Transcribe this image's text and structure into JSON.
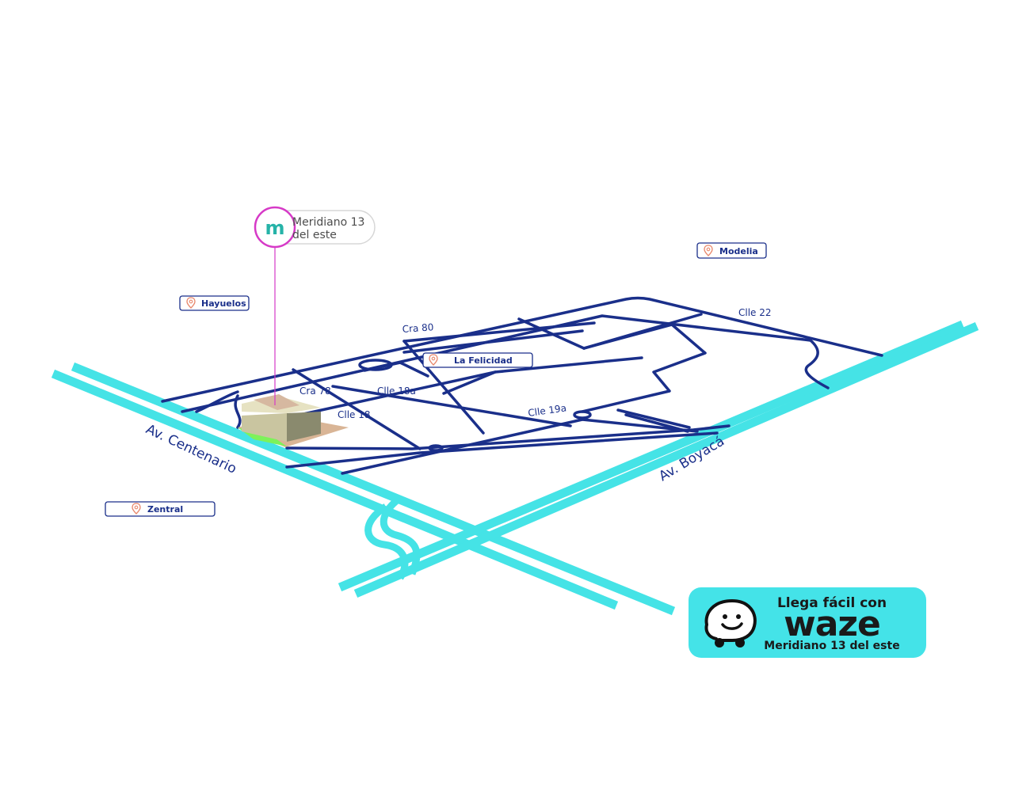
{
  "colors": {
    "street": "#1a2f8a",
    "avenue": "#45e3e6",
    "poi_pin": "#e8866a",
    "callout_ring": "#d63ac7",
    "waze_bg": "#44e3e8",
    "building_base": "#c9c5a0",
    "park": "#7df25a",
    "plaza": "#d9b596"
  },
  "avenues": [
    {
      "name": "Av. Centenario"
    },
    {
      "name": "Av. Boyacá"
    }
  ],
  "streets": {
    "cra80": "Cra 80",
    "cra78": "Cra 78",
    "clle18a": "Clle 18a",
    "clle18": "Clle 18",
    "clle19a": "Clle 19a",
    "clle22": "Clle 22"
  },
  "places": [
    {
      "name": "Modelia",
      "icon": "location-pin-icon"
    },
    {
      "name": "Hayuelos",
      "icon": "location-pin-icon"
    },
    {
      "name": "La Felicidad",
      "icon": "location-pin-icon"
    },
    {
      "name": "Zentral",
      "icon": "location-pin-icon"
    }
  ],
  "project": {
    "line1": "Meridiano 13",
    "line2": "del este",
    "logo_letter": "m",
    "icon": "meridiano-logo-icon"
  },
  "waze": {
    "line1": "Llega fácil con",
    "brand": "waze",
    "line2": "Meridiano 13 del este",
    "icon": "waze-smiley-icon"
  }
}
